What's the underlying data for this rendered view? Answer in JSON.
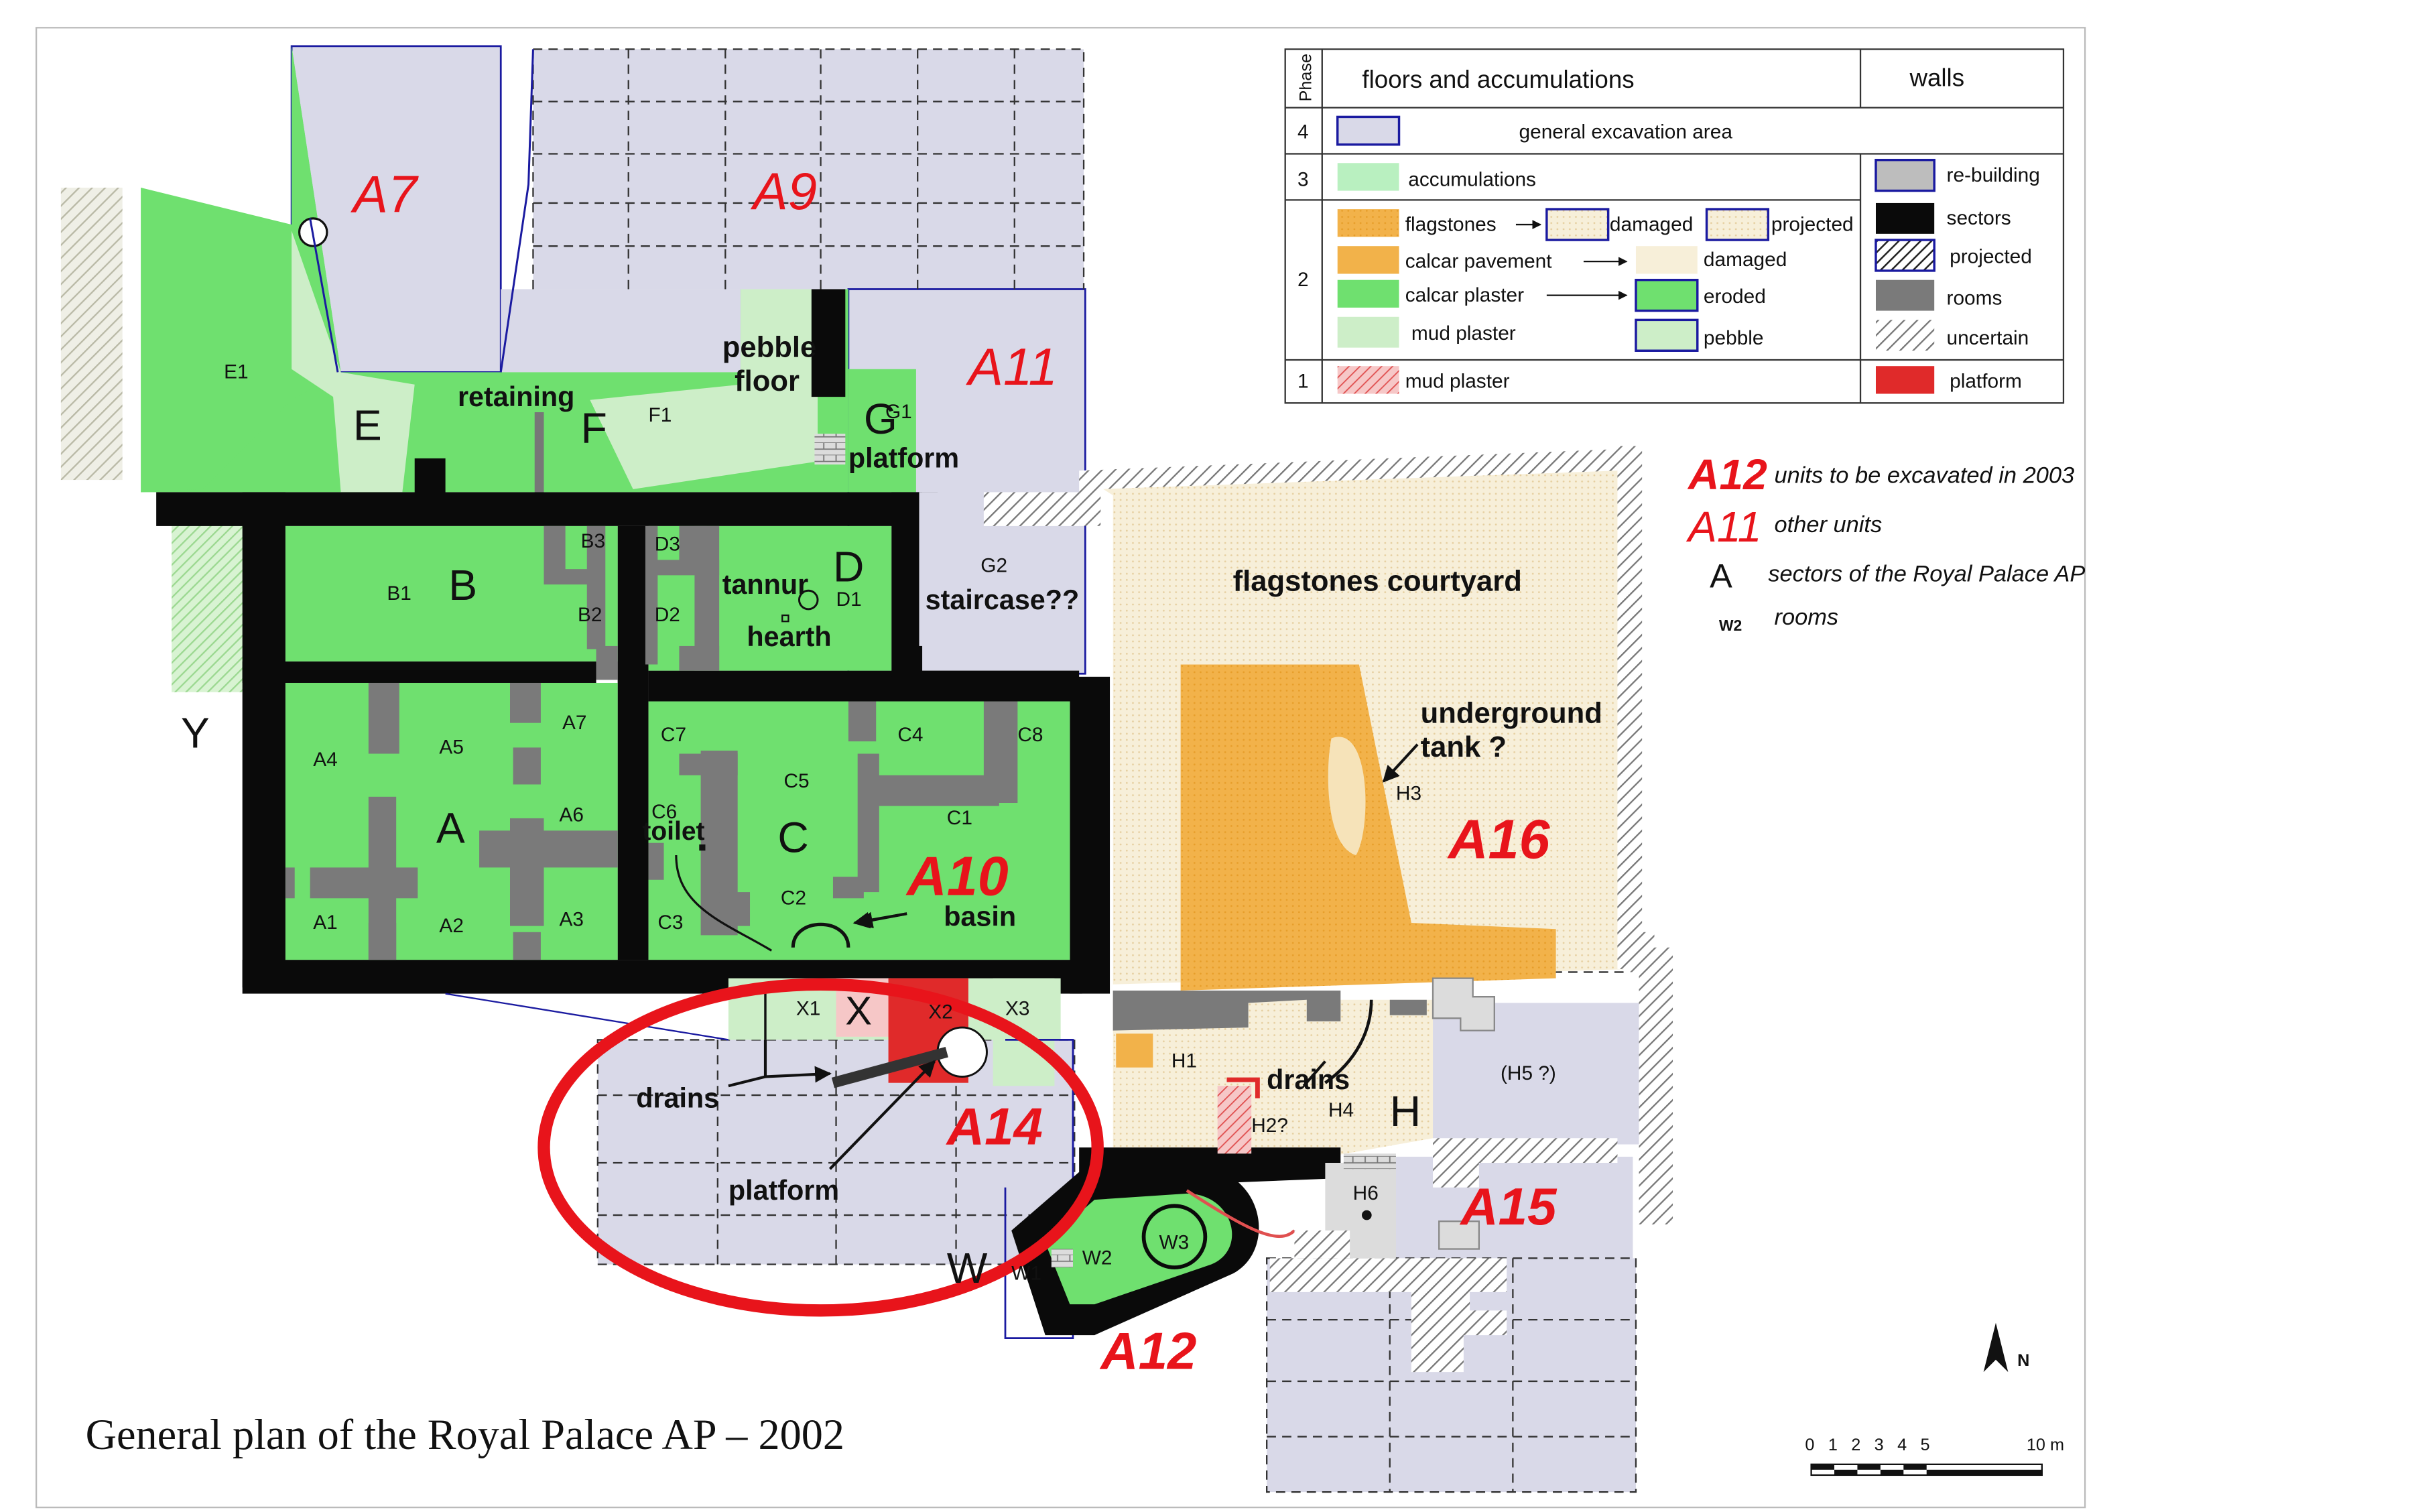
{
  "map": {
    "title": "General plan of the Royal Palace AP – 2002",
    "colors": {
      "excavation": "#d9d9e8",
      "accumulation": "#b9f0c0",
      "plaster": "#6fe06f",
      "mud_plaster": "#cdeec8",
      "flagstones": "#f2b24a",
      "damaged": "#f7efd9",
      "rebuild": "#bdbdbd",
      "sector_wall": "#0a0a0a",
      "room_wall": "#7a7a7a",
      "platform": "#e02a2a",
      "highlight": "#e8141b",
      "outline": "#1a1aa0"
    },
    "units": [
      {
        "id": "A7",
        "label": "A7"
      },
      {
        "id": "A9",
        "label": "A9"
      },
      {
        "id": "A11",
        "label": "A11"
      },
      {
        "id": "A10",
        "label": "A10"
      },
      {
        "id": "A16",
        "label": "A16"
      },
      {
        "id": "A14",
        "label": "A14"
      },
      {
        "id": "A15",
        "label": "A15"
      },
      {
        "id": "A12",
        "label": "A12"
      }
    ],
    "sectors": [
      "A",
      "B",
      "C",
      "D",
      "E",
      "F",
      "G",
      "H",
      "W",
      "X",
      "Y"
    ],
    "rooms": [
      "E1",
      "F1",
      "G1",
      "G2",
      "B1",
      "B2",
      "B3",
      "D1",
      "D2",
      "D3",
      "A1",
      "A2",
      "A3",
      "A4",
      "A5",
      "A6",
      "A7",
      "C1",
      "C2",
      "C3",
      "C4",
      "C5",
      "C6",
      "C7",
      "C8",
      "X1",
      "X2",
      "X3",
      "H1",
      "H2?",
      "H3",
      "H4",
      "H6",
      "(H5 ?)",
      "W1",
      "W2",
      "W3"
    ],
    "features": {
      "retaining": "retaining",
      "pebble_floor": "pebble\nfloor",
      "platform_g": "platform",
      "tannur": "tannur",
      "hearth": "hearth",
      "staircase": "staircase??",
      "toilet": "toilet",
      "basin": "basin",
      "flagstones_courtyard": "flagstones courtyard",
      "underground_tank": "underground\ntank ?",
      "drains_x": "drains",
      "platform_x": "platform",
      "drains_h": "drains"
    },
    "north": "N",
    "scale": {
      "ticks": [
        "0",
        "1",
        "2",
        "3",
        "4",
        "5"
      ],
      "end": "10 m"
    }
  },
  "legend": {
    "header": {
      "phase": "Phase",
      "floors": "floors and accumulations",
      "walls": "walls"
    },
    "phases": [
      "4",
      "3",
      "2",
      "1"
    ],
    "floors": {
      "general_excavation": "general excavation area",
      "accumulations": "accumulations",
      "flagstones": "flagstones",
      "damaged": "damaged",
      "projected": "projected",
      "calcar_pavement": "calcar pavement",
      "calcar_damaged": "damaged",
      "calcar_plaster": "calcar plaster",
      "eroded": "eroded",
      "mud_plaster_2": "mud plaster",
      "pebble": "pebble",
      "mud_plaster_1": "mud plaster"
    },
    "walls": {
      "rebuilding": "re-building",
      "sectors": "sectors",
      "projected": "projected",
      "rooms": "rooms",
      "uncertain": "uncertain",
      "platform": "platform"
    },
    "key": [
      {
        "sym": "A12",
        "text": "units to be excavated in 2003"
      },
      {
        "sym": "A11",
        "text": "other units"
      },
      {
        "sym": "A",
        "text": "sectors of the Royal Palace AP"
      },
      {
        "sym": "W2",
        "text": "rooms"
      }
    ]
  }
}
